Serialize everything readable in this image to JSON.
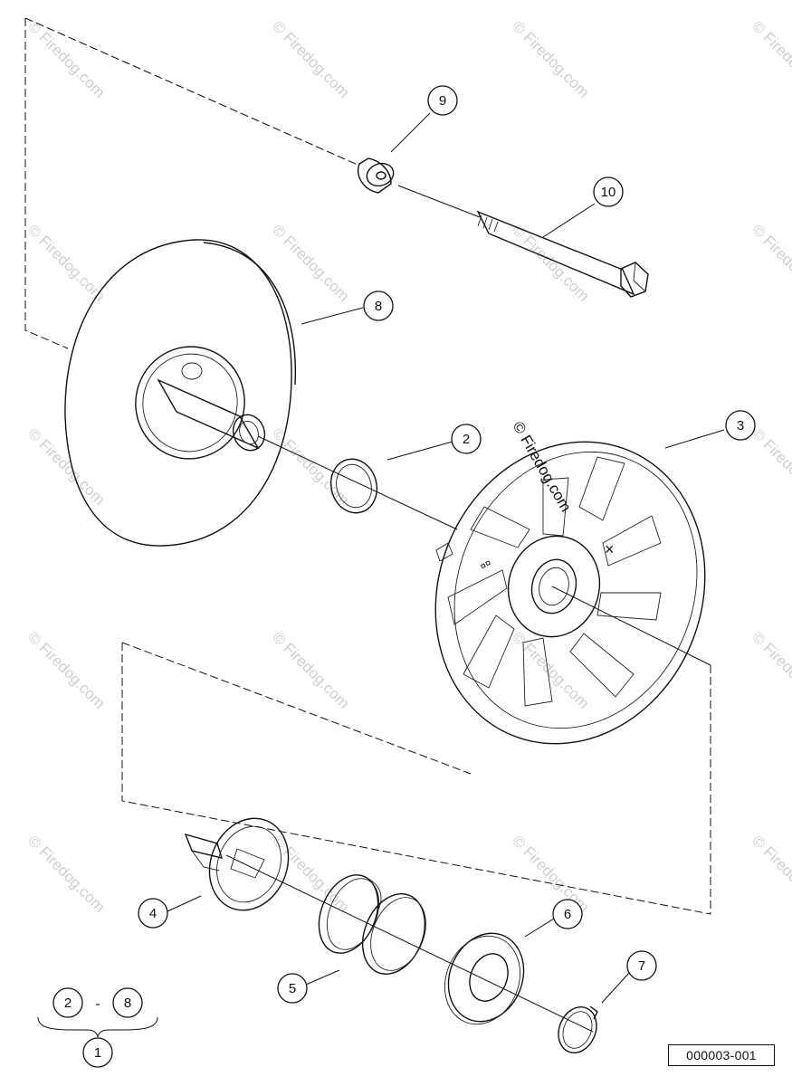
{
  "diagram": {
    "callouts": [
      {
        "id": "c9",
        "label": "9"
      },
      {
        "id": "c10",
        "label": "10"
      },
      {
        "id": "c8",
        "label": "8"
      },
      {
        "id": "c2",
        "label": "2"
      },
      {
        "id": "c3",
        "label": "3"
      },
      {
        "id": "c4",
        "label": "4"
      },
      {
        "id": "c5",
        "label": "5"
      },
      {
        "id": "c6",
        "label": "6"
      },
      {
        "id": "c7",
        "label": "7"
      }
    ],
    "group": {
      "from": "2",
      "separator": "-",
      "to": "8",
      "assembly": "1"
    },
    "center_mark": "© Firedog.com",
    "watermark": "© Firedog.com",
    "reference_number": "000003-001"
  }
}
